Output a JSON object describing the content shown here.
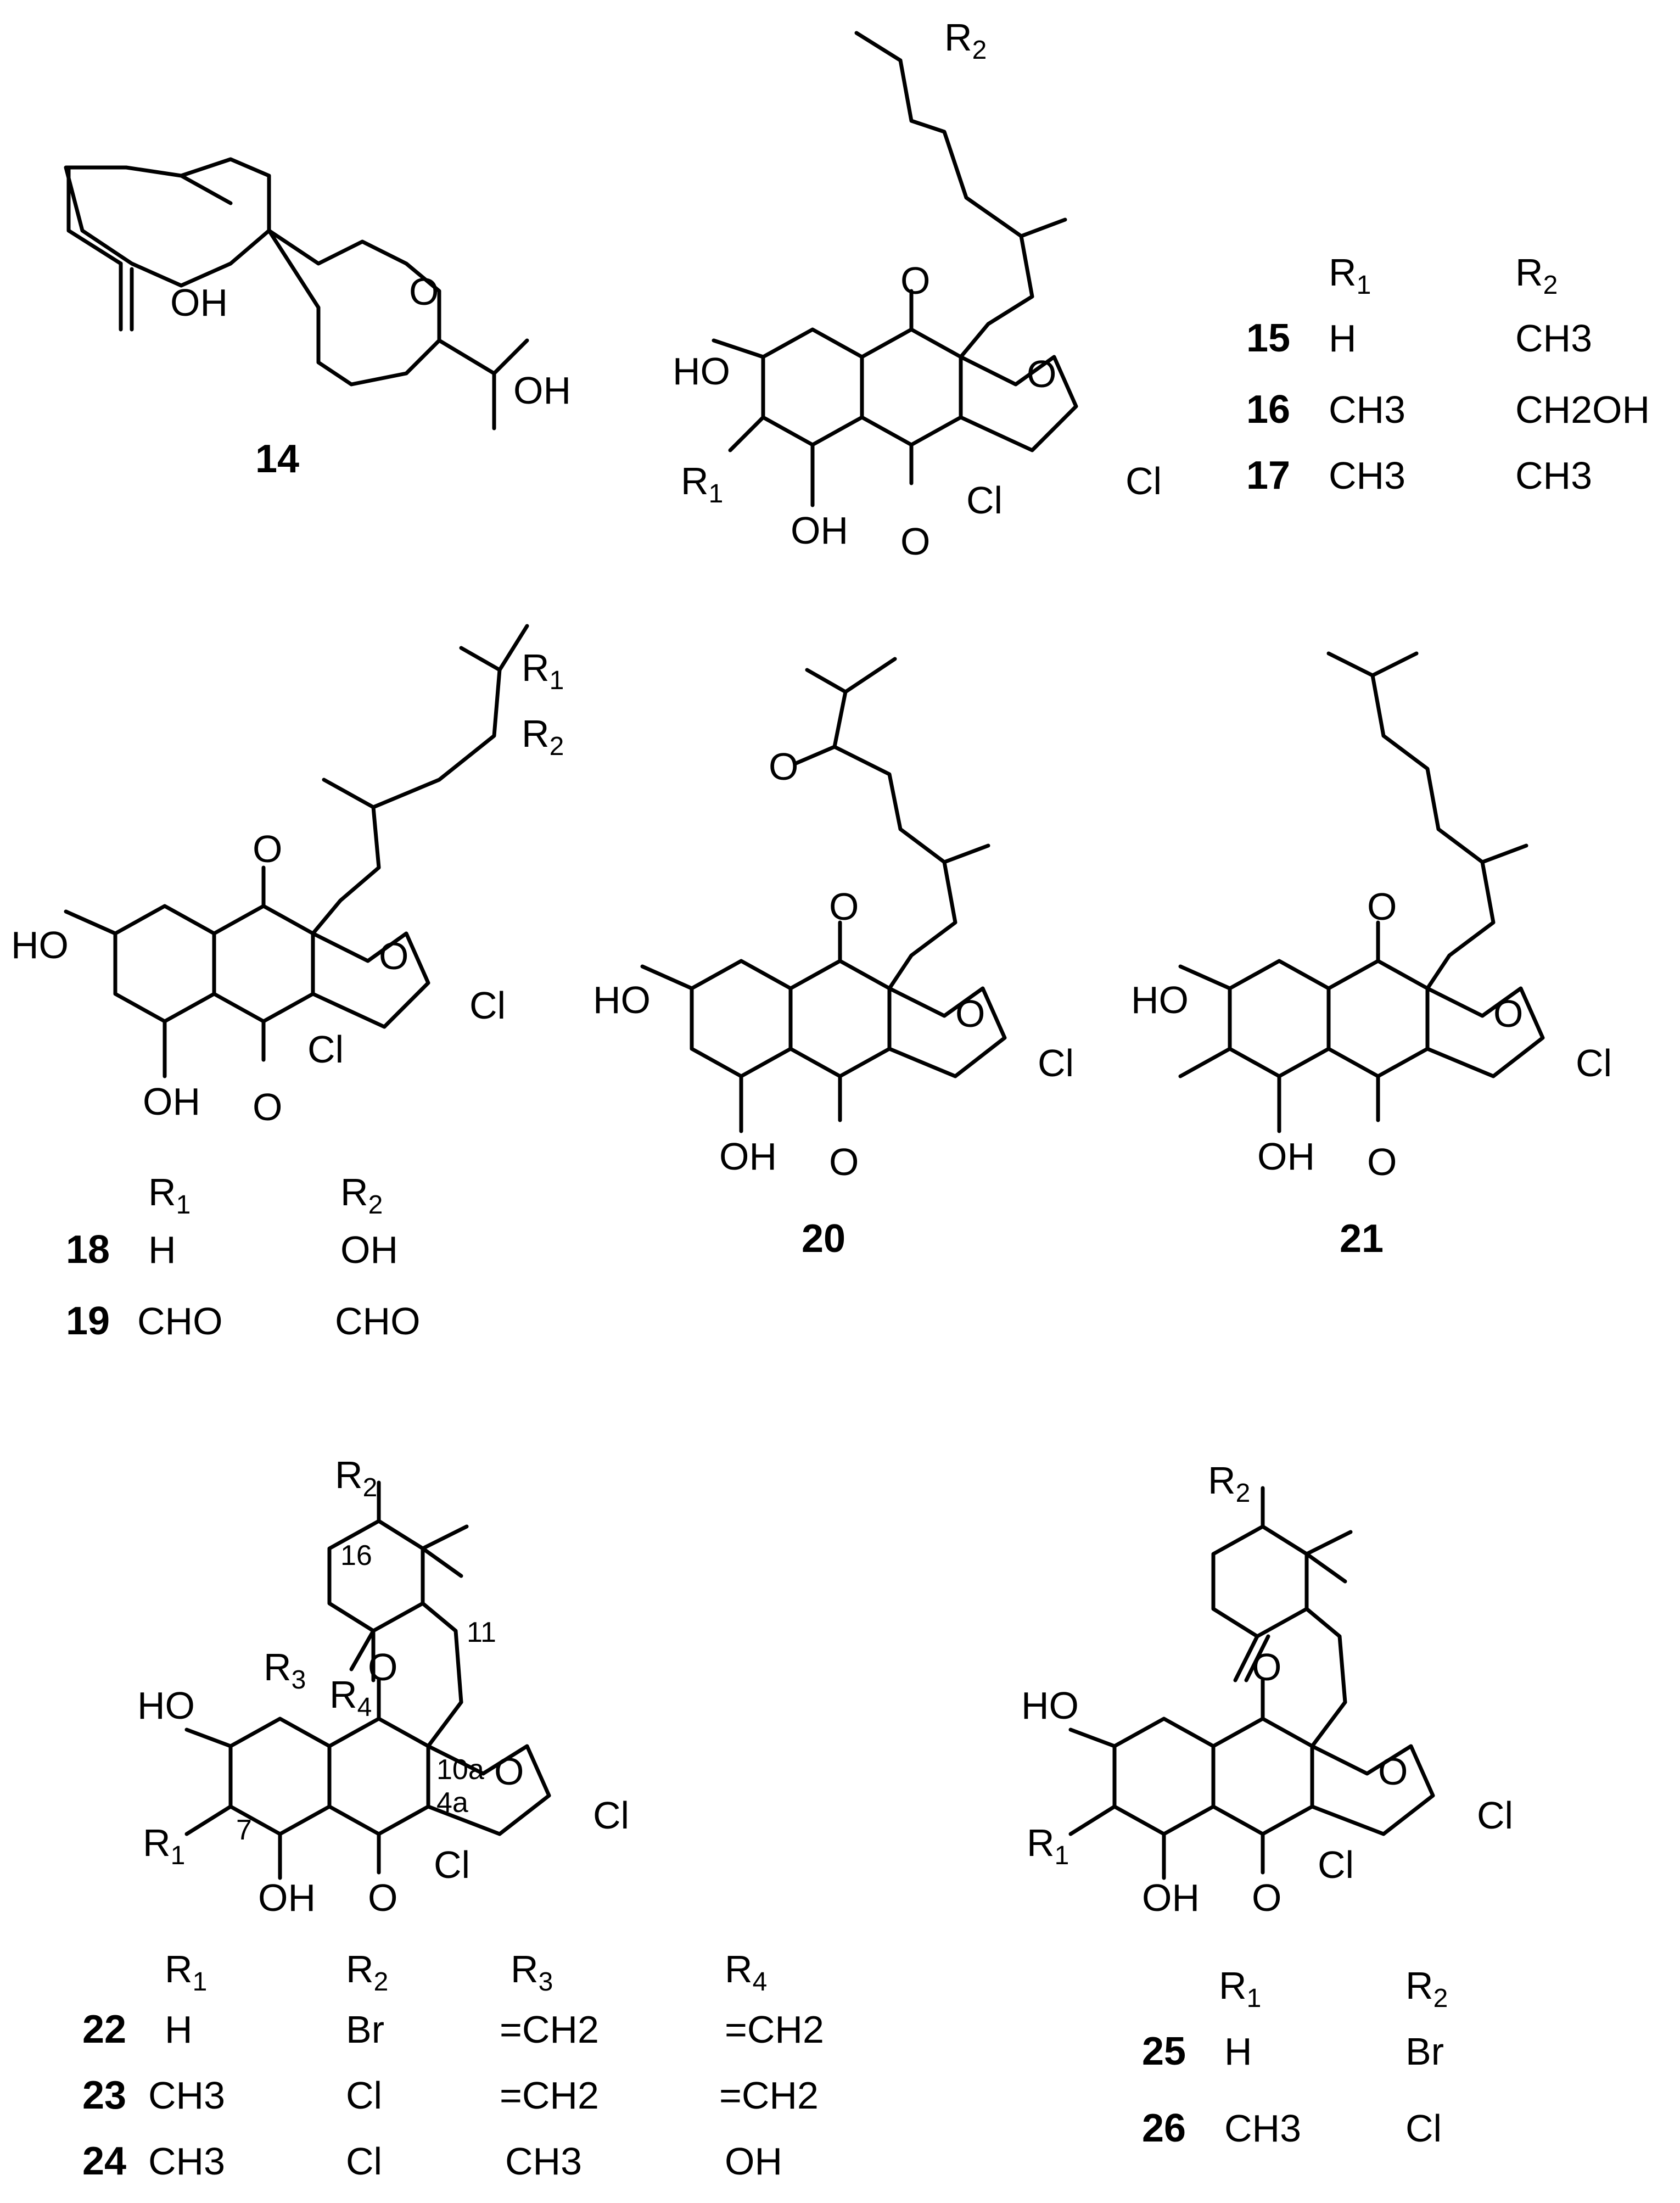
{
  "figure": {
    "compounds": [
      {
        "id": "14"
      },
      {
        "id": "15",
        "R1": "H",
        "R2": "CH3"
      },
      {
        "id": "16",
        "R1": "CH3",
        "R2": "CH2OH"
      },
      {
        "id": "17",
        "R1": "CH3",
        "R2": "CH3"
      },
      {
        "id": "18",
        "R1": "H",
        "R2": "OH"
      },
      {
        "id": "19",
        "R1": "CHO",
        "R2": "CHO"
      },
      {
        "id": "20"
      },
      {
        "id": "21"
      },
      {
        "id": "22",
        "R1": "H",
        "R2": "Br",
        "R3": "=CH2",
        "R4": "=CH2"
      },
      {
        "id": "23",
        "R1": "CH3",
        "R2": "Cl",
        "R3": "=CH2",
        "R4": "=CH2"
      },
      {
        "id": "24",
        "R1": "CH3",
        "R2": "Cl",
        "R3": "CH3",
        "R4": "OH"
      },
      {
        "id": "25",
        "R1": "H",
        "R2": "Br"
      },
      {
        "id": "26",
        "R1": "CH3",
        "R2": "Cl"
      }
    ],
    "atom_labels": {
      "OH": "OH",
      "HO": "HO",
      "O": "O",
      "Cl": "Cl",
      "R1": "R1",
      "R2": "R2",
      "R3": "R3",
      "R4": "R4"
    },
    "position_labels": [
      "16",
      "11",
      "10a",
      "4a",
      "7"
    ]
  }
}
